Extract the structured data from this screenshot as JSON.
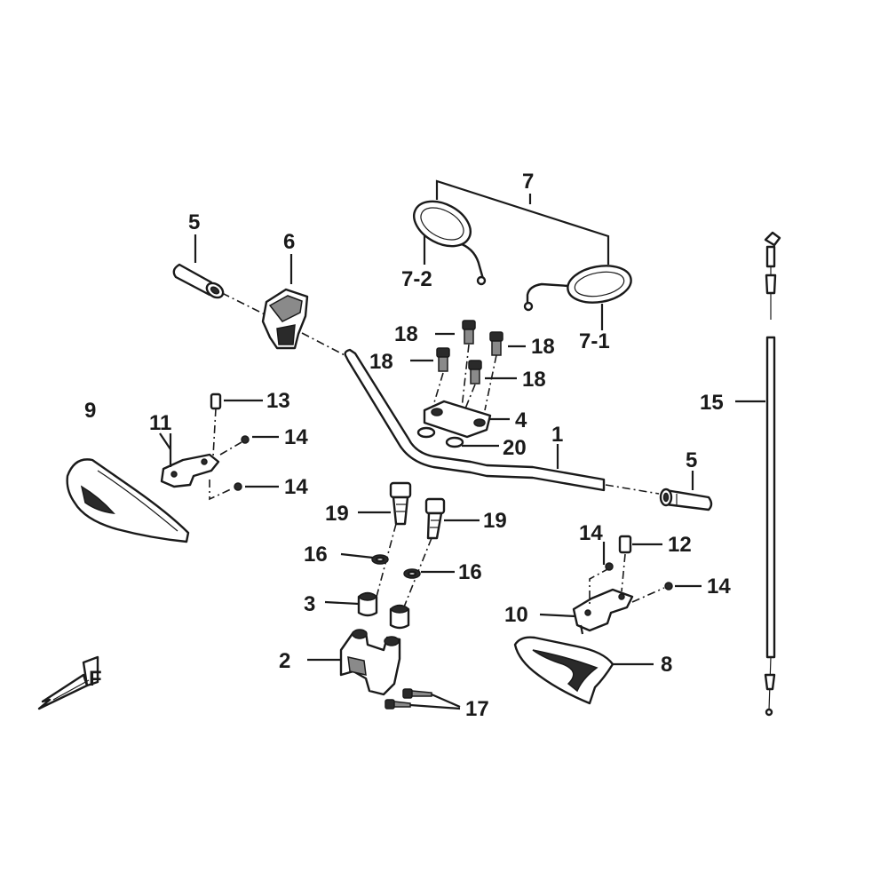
{
  "callouts": {
    "c1": "1",
    "c2": "2",
    "c3": "3",
    "c4": "4",
    "c5a": "5",
    "c5b": "5",
    "c6": "6",
    "c7": "7",
    "c7_1": "7-1",
    "c7_2": "7-2",
    "c8": "8",
    "c9": "9",
    "c10": "10",
    "c11": "11",
    "c12": "12",
    "c13": "13",
    "c14a": "14",
    "c14b": "14",
    "c14c": "14",
    "c14d": "14",
    "c15": "15",
    "c16a": "16",
    "c16b": "16",
    "c17": "17",
    "c18a": "18",
    "c18b": "18",
    "c18c": "18",
    "c18d": "18",
    "c19a": "19",
    "c19b": "19",
    "c20": "20"
  },
  "front_mark": "F"
}
